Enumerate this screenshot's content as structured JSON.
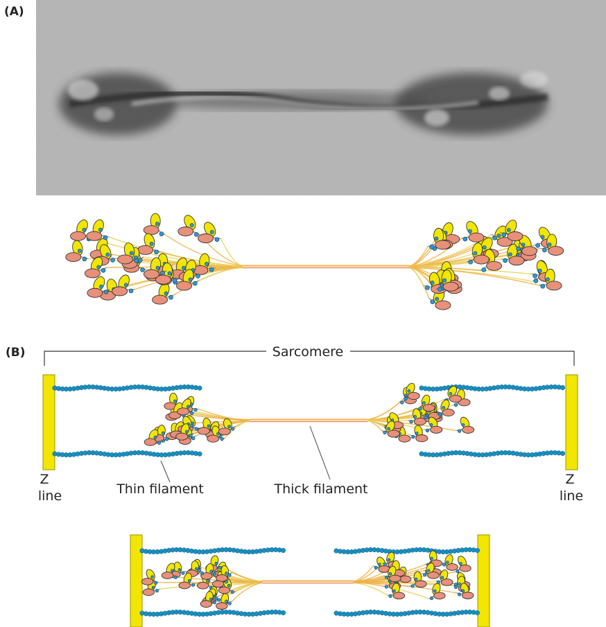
{
  "panels": {
    "a": "(A)",
    "b": "(B)"
  },
  "labels": {
    "sarcomere": "Sarcomere",
    "z_line_left_1": "Z",
    "z_line_left_2": "line",
    "z_line_right_1": "Z",
    "z_line_right_2": "line",
    "thin_filament": "Thin filament",
    "thick_filament": "Thick filament"
  },
  "colors": {
    "myosin_head": "#f2e600",
    "light_chain": "#e8907a",
    "light_chain_small": "#2b9ad6",
    "tail": "#f0b24a",
    "z_line": "#f2e600",
    "actin": "#1a8fc0",
    "micrograph_bg": "#bdbdbd"
  }
}
